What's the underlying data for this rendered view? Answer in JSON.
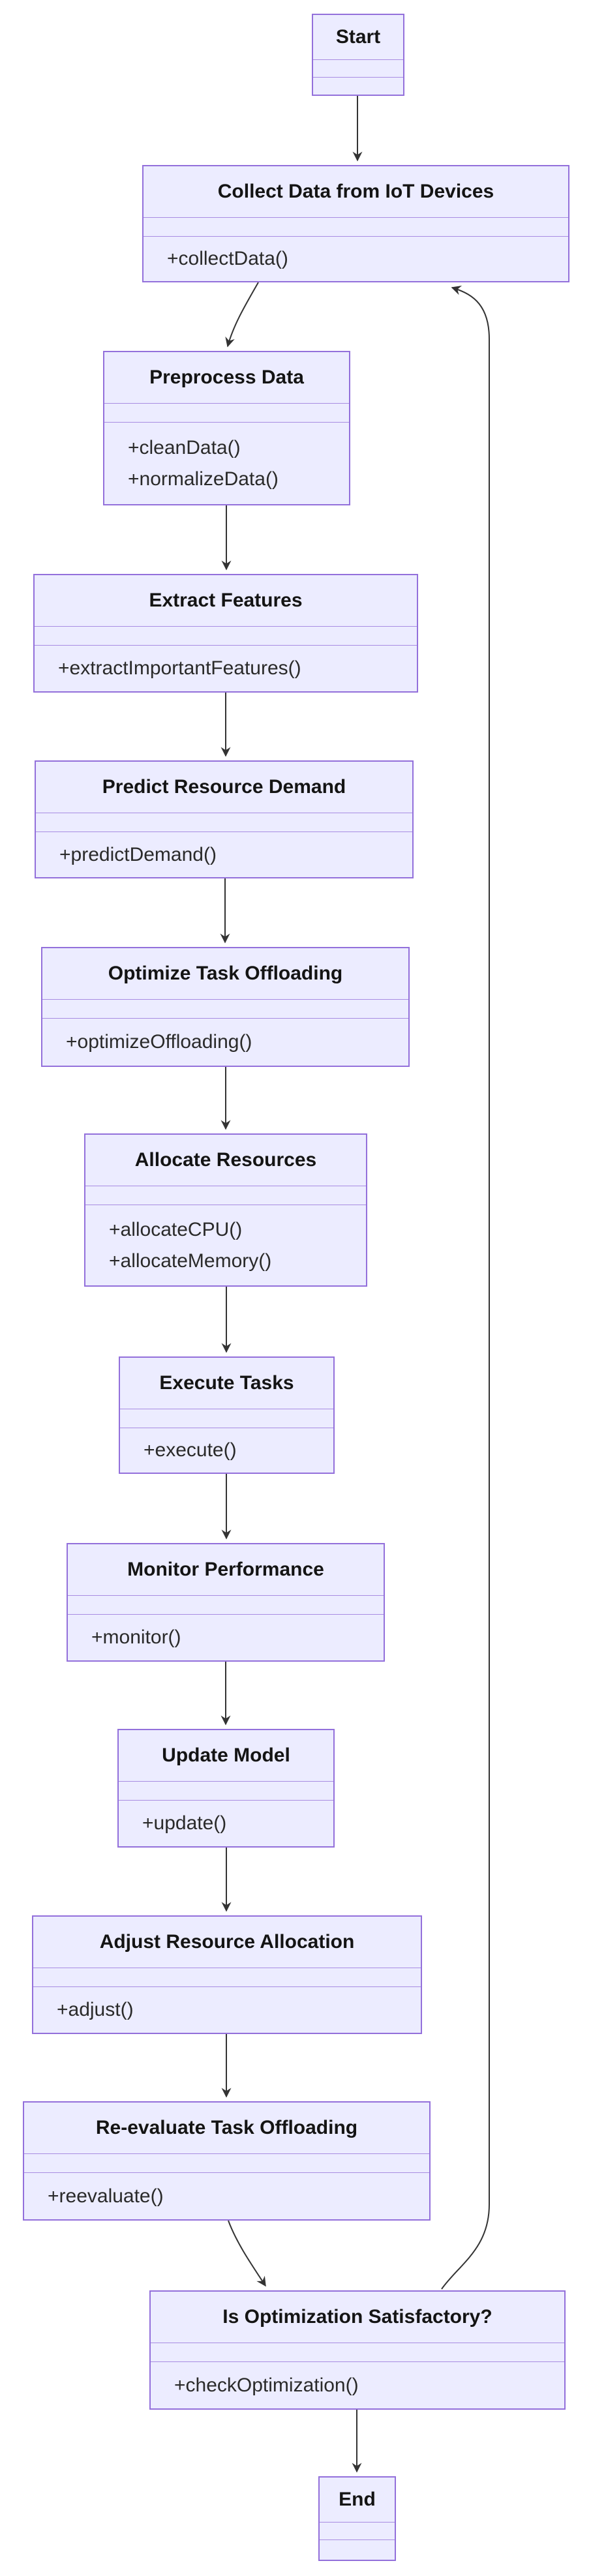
{
  "diagram": {
    "type": "uml-class-flow-diagram",
    "background_color": "#ffffff",
    "node_fill_color": "#ECECFF",
    "node_border_color": "#9370DB",
    "arrow_color": "#333333",
    "nodes": [
      {
        "id": "start",
        "title": "Start",
        "methods": []
      },
      {
        "id": "collect",
        "title": "Collect Data from IoT Devices",
        "methods": [
          "+collectData()"
        ]
      },
      {
        "id": "preprocess",
        "title": "Preprocess Data",
        "methods": [
          "+cleanData()",
          "+normalizeData()"
        ]
      },
      {
        "id": "extract",
        "title": "Extract Features",
        "methods": [
          "+extractImportantFeatures()"
        ]
      },
      {
        "id": "predict",
        "title": "Predict Resource Demand",
        "methods": [
          "+predictDemand()"
        ]
      },
      {
        "id": "optimize",
        "title": "Optimize Task Offloading",
        "methods": [
          "+optimizeOffloading()"
        ]
      },
      {
        "id": "allocate",
        "title": "Allocate Resources",
        "methods": [
          "+allocateCPU()",
          "+allocateMemory()"
        ]
      },
      {
        "id": "execute",
        "title": "Execute Tasks",
        "methods": [
          "+execute()"
        ]
      },
      {
        "id": "monitor",
        "title": "Monitor Performance",
        "methods": [
          "+monitor()"
        ]
      },
      {
        "id": "update",
        "title": "Update Model",
        "methods": [
          "+update()"
        ]
      },
      {
        "id": "adjust",
        "title": "Adjust Resource Allocation",
        "methods": [
          "+adjust()"
        ]
      },
      {
        "id": "reevaluate",
        "title": "Re-evaluate Task Offloading",
        "methods": [
          "+reevaluate()"
        ]
      },
      {
        "id": "check",
        "title": "Is Optimization Satisfactory?",
        "methods": [
          "+checkOptimization()"
        ]
      },
      {
        "id": "end",
        "title": "End",
        "methods": []
      }
    ],
    "edges": [
      {
        "from": "Start",
        "to": "Collect Data from IoT Devices"
      },
      {
        "from": "Collect Data from IoT Devices",
        "to": "Preprocess Data"
      },
      {
        "from": "Preprocess Data",
        "to": "Extract Features"
      },
      {
        "from": "Extract Features",
        "to": "Predict Resource Demand"
      },
      {
        "from": "Predict Resource Demand",
        "to": "Optimize Task Offloading"
      },
      {
        "from": "Optimize Task Offloading",
        "to": "Allocate Resources"
      },
      {
        "from": "Allocate Resources",
        "to": "Execute Tasks"
      },
      {
        "from": "Execute Tasks",
        "to": "Monitor Performance"
      },
      {
        "from": "Monitor Performance",
        "to": "Update Model"
      },
      {
        "from": "Update Model",
        "to": "Adjust Resource Allocation"
      },
      {
        "from": "Adjust Resource Allocation",
        "to": "Re-evaluate Task Offloading"
      },
      {
        "from": "Re-evaluate Task Offloading",
        "to": "Is Optimization Satisfactory?"
      },
      {
        "from": "Is Optimization Satisfactory?",
        "to": "End"
      },
      {
        "from": "Is Optimization Satisfactory?",
        "to": "Collect Data from IoT Devices",
        "kind": "feedback-loop"
      }
    ]
  }
}
